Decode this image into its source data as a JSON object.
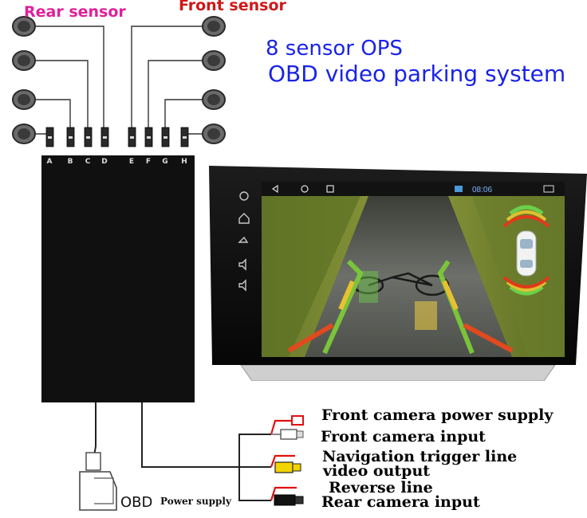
{
  "sensor_labels": {
    "rear": "Rear sensor",
    "front": "Front sensor"
  },
  "title": {
    "line1": "8 sensor OPS",
    "line2": "OBD video parking system"
  },
  "ports": [
    "A",
    "B",
    "C",
    "D",
    "E",
    "F",
    "G",
    "H"
  ],
  "screen": {
    "time": "08:06"
  },
  "obd": {
    "label": "OBD",
    "power_label": "Power supply"
  },
  "wire_labels": [
    "Front camera power supply",
    "Front camera input",
    "Navigation trigger line",
    "video output",
    "Reverse line",
    "Rear camera input"
  ],
  "colors": {
    "rear_label": "#e0209a",
    "front_label": "#d01818",
    "title": "#1a23e8",
    "module": "#101010",
    "power_wire": "#e01010",
    "video_plug": "#f2d400"
  }
}
